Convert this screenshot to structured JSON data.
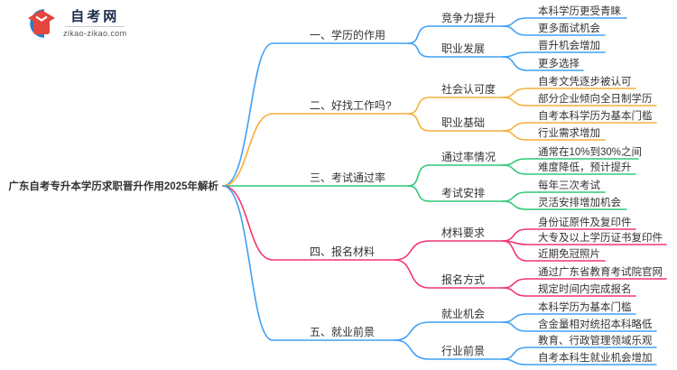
{
  "logo": {
    "title": "自考网",
    "domain": "zikao-zikao.com",
    "icon": "graduation-cap-icon",
    "brand_blue": "#2b7ccb",
    "brand_red": "#e2463d"
  },
  "center": {
    "title": "广东自考专升本学历求职晋升作用2025年解析"
  },
  "branches": [
    {
      "label": "一、学历的作用",
      "color": "#3fa1f4",
      "children": [
        {
          "label": "竞争力提升",
          "leaves": [
            "本科学历更受青睐",
            "更多面试机会"
          ]
        },
        {
          "label": "职业发展",
          "leaves": [
            "晋升机会增加",
            "更多选择"
          ]
        }
      ]
    },
    {
      "label": "二、好找工作吗?",
      "color": "#f7ae3b",
      "children": [
        {
          "label": "社会认可度",
          "leaves": [
            "自考文凭逐步被认可",
            "部分企业倾向全日制学历"
          ]
        },
        {
          "label": "职业基础",
          "leaves": [
            "自考本科学历为基本门槛",
            "行业需求增加"
          ]
        }
      ]
    },
    {
      "label": "三、考试通过率",
      "color": "#2ec878",
      "children": [
        {
          "label": "通过率情况",
          "leaves": [
            "通常在10%到30%之间",
            "难度降低，预计提升"
          ]
        },
        {
          "label": "考试安排",
          "leaves": [
            "每年三次考试",
            "灵活安排增加机会"
          ]
        }
      ]
    },
    {
      "label": "四、报名材料",
      "color": "#f2356f",
      "children": [
        {
          "label": "材料要求",
          "leaves": [
            "身份证原件及复印件",
            "大专及以上学历证书复印件",
            "近期免冠照片"
          ]
        },
        {
          "label": "报名方式",
          "leaves": [
            "通过广东省教育考试院官网",
            "规定时间内完成报名"
          ]
        }
      ]
    },
    {
      "label": "五、就业前景",
      "color": "#3fa1f4",
      "children": [
        {
          "label": "就业机会",
          "leaves": [
            "本科学历为基本门槛",
            "含金量相对统招本科略低"
          ]
        },
        {
          "label": "行业前景",
          "leaves": [
            "教育、行政管理领域乐观",
            "自考本科生就业机会增加"
          ]
        }
      ]
    }
  ]
}
